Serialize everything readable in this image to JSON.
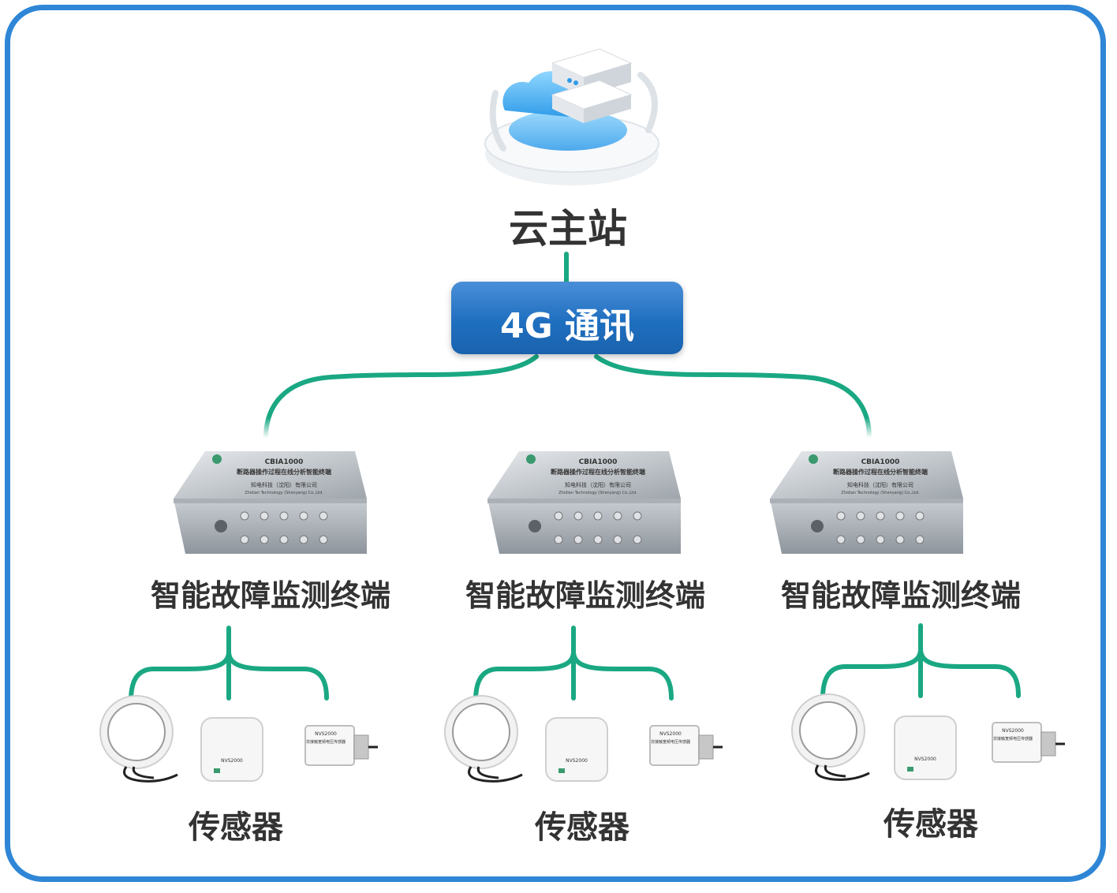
{
  "cloud": {
    "label": "云主站",
    "icon": "cloud-server-icon"
  },
  "communication": {
    "label": "4G 通讯"
  },
  "terminals": [
    {
      "label": "智能故障监测终端",
      "device_model": "CBIA1000",
      "device_title": "断路器操作过程在线分析智能终端",
      "device_company": "知电科技（沈阳）有限公司",
      "device_company_en": "Zhidian Technology (Shenyang) Co.,Ltd."
    },
    {
      "label": "智能故障监测终端",
      "device_model": "CBIA1000",
      "device_title": "断路器操作过程在线分析智能终端",
      "device_company": "知电科技（沈阳）有限公司",
      "device_company_en": "Zhidian Technology (Shenyang) Co.,Ltd."
    },
    {
      "label": "智能故障监测终端",
      "device_model": "CBIA1000",
      "device_title": "断路器操作过程在线分析智能终端",
      "device_company": "知电科技（沈阳）有限公司",
      "device_company_en": "Zhidian Technology (Shenyang) Co.,Ltd."
    }
  ],
  "sensor_groups": [
    {
      "label": "传感器",
      "antenna_model": "NVS2000",
      "box_model": "NVS2000",
      "box_title": "非接触宽频电压传感器"
    },
    {
      "label": "传感器",
      "antenna_model": "NVS2000",
      "box_model": "NVS2000",
      "box_title": "非接触宽频电压传感器"
    },
    {
      "label": "传感器",
      "antenna_model": "NVS2000",
      "box_model": "NVS2000",
      "box_title": "非接触宽频电压传感器"
    }
  ],
  "colors": {
    "frame": "#2f86d6",
    "connector": "#1aa883",
    "comm_box": "#1f6fc0",
    "label_text": "#333333"
  }
}
